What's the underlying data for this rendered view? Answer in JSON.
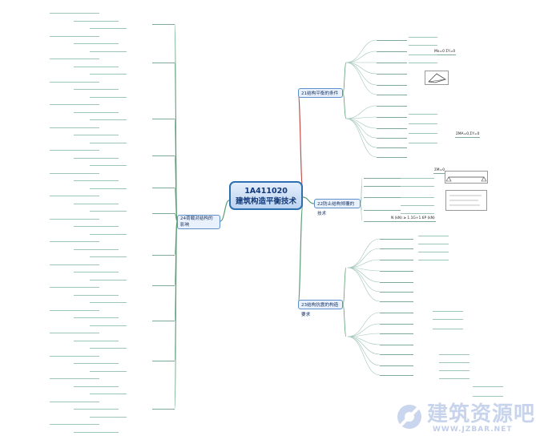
{
  "center": {
    "code": "1A411020",
    "title": "建筑构造平衡技术"
  },
  "branches": {
    "b21": "21结构平衡的条件",
    "b22": "22防止结构倾覆的技术",
    "b23": "23结构抗震的构造要求",
    "b24": "24荷载对结构的影响"
  },
  "formula_area": {
    "ma": "Mx=0 ΣY=0",
    "mb": "ΣM=0",
    "eqs": "ΣMA=0,ΣY=0",
    "nline": "N (kN) ≥ 1.1G+1.6P (kN)",
    "small1": "",
    "small2": ""
  },
  "leaves_left": [
    "",
    "",
    "",
    "",
    "",
    "",
    "",
    "",
    "",
    "",
    "",
    "",
    "",
    "",
    "",
    "",
    "",
    "",
    "",
    "",
    "",
    "",
    "",
    "",
    "",
    "",
    "",
    "",
    "",
    "",
    "",
    "",
    "",
    "",
    "",
    "",
    "",
    "",
    "",
    "",
    "",
    "",
    "",
    "",
    "",
    "",
    "",
    "",
    "",
    "",
    "",
    "",
    "",
    "",
    "",
    "",
    "",
    "",
    "",
    "",
    "",
    "",
    "",
    "",
    "",
    "",
    "",
    "",
    "",
    "",
    "",
    "",
    "",
    "",
    "",
    "",
    "",
    "",
    "",
    ""
  ],
  "leaves_right": [
    "",
    "",
    "",
    "",
    "",
    "",
    "",
    "",
    "",
    "",
    "",
    "",
    "",
    "",
    "",
    "",
    "",
    "",
    "",
    "",
    "",
    "",
    "",
    "",
    "",
    "",
    "",
    "",
    "",
    "",
    "",
    "",
    "",
    "",
    "",
    "",
    "",
    "",
    "",
    "",
    "",
    "",
    "",
    "",
    "",
    "",
    "",
    "",
    "",
    "",
    "",
    "",
    "",
    "",
    "",
    "",
    "",
    ""
  ],
  "watermark": {
    "main": "建筑资源吧",
    "url": "WWW.JZBAR.NET"
  },
  "colors": {
    "center_border": "#2d6fb0",
    "line_red": "#c0504d",
    "line_green": "#5b9e74",
    "line_gray": "#8e8e8e"
  }
}
